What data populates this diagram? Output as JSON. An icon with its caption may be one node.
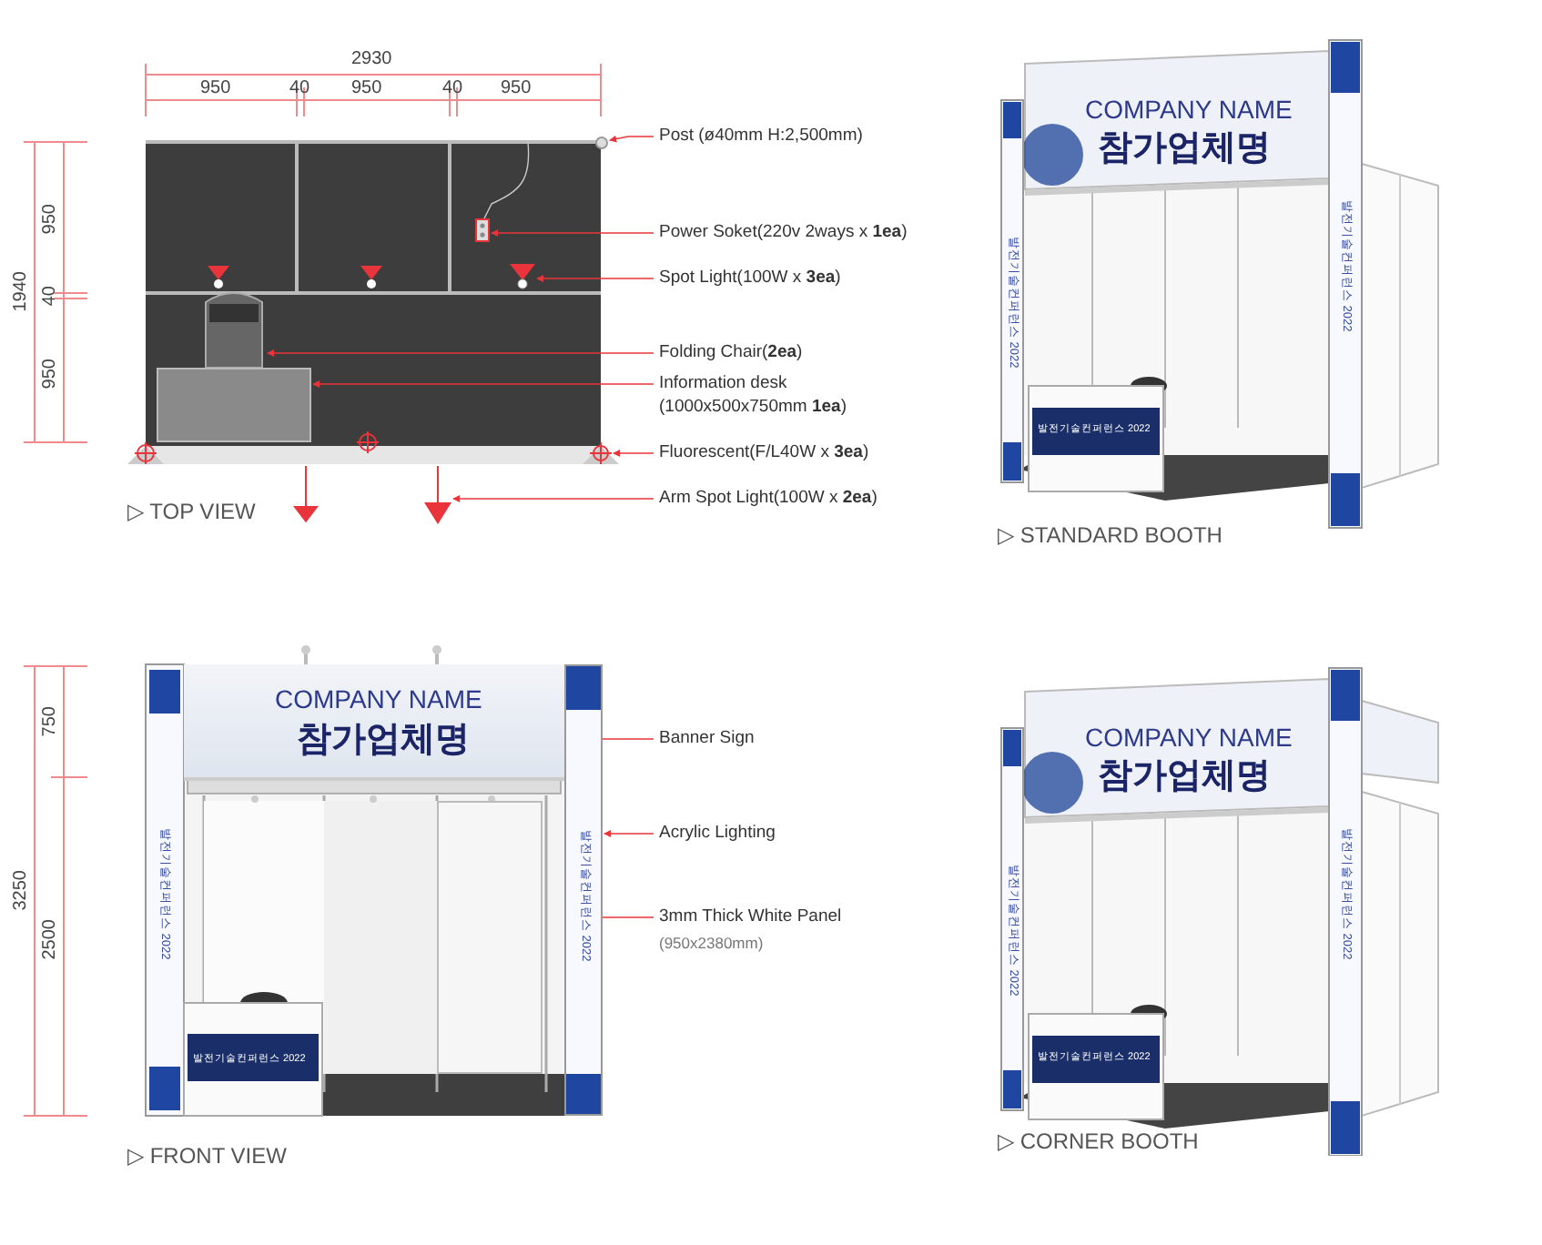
{
  "diagram": {
    "nodes": [
      {
        "text": [
          "Post (ø40mm H:2,500mm)"
        ]
      },
      {
        "text": [],
        "shape": "circle"
      },
      {
        "text": [
          "Power Soket(220v 2ways x **1ea**)"
        ]
      },
      {
        "text": [],
        "shape": "picture"
      },
      {
        "text": [
          "Spot Light(100W x **3ea**)"
        ]
      },
      {
        "text": [],
        "shape": "picture"
      },
      {
        "text": [
          "Folding Chair(**2ea**)"
        ]
      },
      {
        "text": [],
        "shape": "picture"
      },
      {
        "text": [
          "Information desk (1000x500x750mm **1ea**)"
        ]
      },
      {
        "text": [],
        "shape": "box"
      },
      {
        "text": [
          "Fluorescent(F/L40W x **3ea**)"
        ]
      },
      {
        "text": [],
        "shape": "circle"
      },
      {
        "text": [
          "Arm Spot Light(100W x **2ea**)"
        ]
      },
      {
        "text": [],
        "shape": "picture"
      },
      {
        "text": [
          "Banner Sign"
        ]
      },
      {
        "text": [
          "COMPANY NAME",
          "참가업체명"
        ]
      },
      {
        "text": [
          "Acrylic Lighting"
        ]
      },
      {
        "text": [
          "발전기술컨퍼런스 2022"
        ]
      },
      {
        "text": [
          "3mm Thick White Panel",
          "(950x2380mm)"
        ]
      },
      {
        "text": [],
        "shape": "box"
      }
    ],
    "edges": [
      {
        "from": 0,
        "to": 1,
        "arrow": "to"
      },
      {
        "from": 2,
        "to": 3,
        "arrow": "to"
      },
      {
        "from": 4,
        "to": 5,
        "arrow": "to"
      },
      {
        "from": 6,
        "to": 7,
        "arrow": "to"
      },
      {
        "from": 8,
        "to": 9,
        "arrow": "to"
      },
      {
        "from": 10,
        "to": 11,
        "arrow": "to"
      },
      {
        "from": 12,
        "to": 13,
        "arrow": "to"
      },
      {
        "from": 14,
        "to": 15,
        "arrow": "to"
      },
      {
        "from": 16,
        "to": 17,
        "arrow": "to"
      },
      {
        "from": 18,
        "to": 19,
        "arrow": "to"
      }
    ],
    "labels": [
      "2930",
      "950",
      "40",
      "950",
      "40",
      "950",
      "1940",
      "950",
      "40",
      "950",
      "▷ TOP VIEW",
      "COMPANY NAME",
      "참가업체명",
      "발전기술컨퍼런스 2022",
      "발전기술컨퍼런스 2022",
      "발전기술컨퍼런스 2022",
      "▷ STANDARD BOOTH",
      "3250",
      "750",
      "2500",
      "발전기술컨퍼런스 2022",
      "발전기술컨퍼런스 2022",
      "▷ FRONT VIEW",
      "COMPANY NAME",
      "참가업체명",
      "발전기술컨퍼런스 2022",
      "발전기술컨퍼런스 2022",
      "발전기술컨퍼런스 2022",
      "▷ CORNER BOOTH"
    ]
  }
}
